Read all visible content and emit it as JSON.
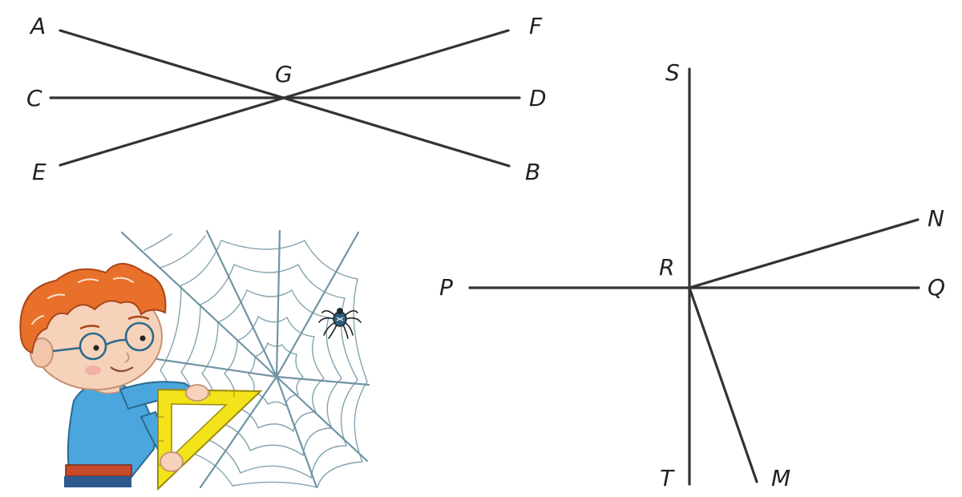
{
  "colors": {
    "line": "#333333",
    "label": "#222222",
    "web": "#6f94a4",
    "ruler": "#f2e31b",
    "hair": "#e8702a",
    "shirt": "#4aa6dc",
    "skin": "#f6d2ba"
  },
  "figure1": {
    "points": {
      "A": "A",
      "B": "B",
      "C": "C",
      "D": "D",
      "E": "E",
      "F": "F",
      "G": "G"
    },
    "segments": [
      [
        "A",
        "B"
      ],
      [
        "C",
        "D"
      ],
      [
        "E",
        "F"
      ]
    ]
  },
  "figure2": {
    "points": {
      "S": "S",
      "T": "T",
      "P": "P",
      "Q": "Q",
      "R": "R",
      "N": "N",
      "M": "M"
    },
    "segments": [
      [
        "S",
        "T"
      ],
      [
        "P",
        "Q"
      ],
      [
        "R",
        "N"
      ],
      [
        "R",
        "M"
      ]
    ]
  },
  "illustration": {
    "icons": [
      "boy-icon",
      "set-square-icon",
      "spider-web-icon",
      "spider-icon"
    ]
  }
}
